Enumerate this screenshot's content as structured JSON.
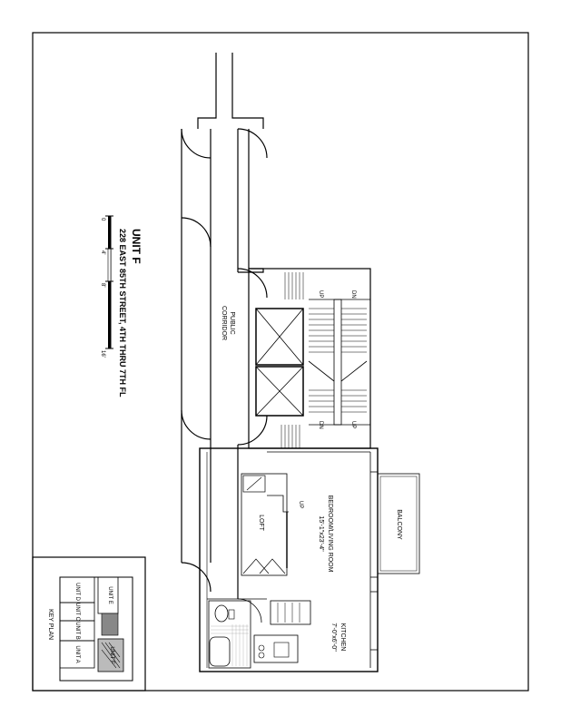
{
  "title": "UNIT F",
  "subtitle": "228 EAST 85TH STREET, 4TH THRU 7TH FL",
  "scale": {
    "ticks": [
      "0",
      "4'",
      "8'",
      "16'"
    ]
  },
  "rooms": {
    "public_corridor": [
      "PUBLIC",
      "CORRIDOR"
    ],
    "bedroom": [
      "BEDROOM/LIVING ROOM",
      "15'-1\"x23'-4\""
    ],
    "kitchen": [
      "KITCHEN",
      "7'-0\"x6'-0\""
    ],
    "balcony": "BALCONY",
    "loft": "LOFT"
  },
  "stairs": {
    "up_labels": [
      "UP",
      "UP",
      "UP"
    ],
    "dn_labels": [
      "DN",
      "DN"
    ]
  },
  "key_plan": {
    "title": "KEY PLAN",
    "units": [
      "UNIT D",
      "UNIT C",
      "UNIT B",
      "UNIT A",
      "UNIT E",
      "UNIT F"
    ]
  }
}
